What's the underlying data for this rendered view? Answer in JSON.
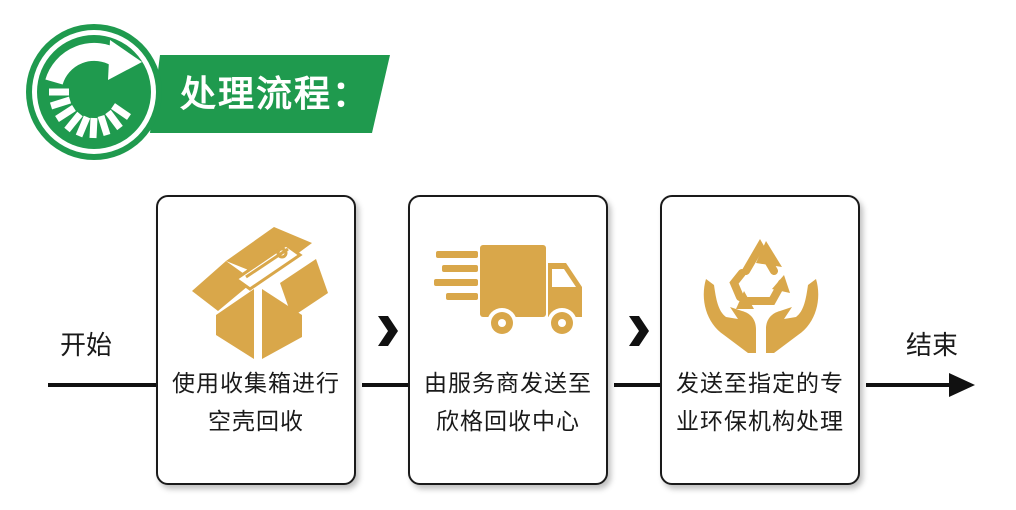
{
  "header": {
    "title": "处理流程："
  },
  "flow": {
    "start_label": "开始",
    "end_label": "结束",
    "steps": [
      {
        "text": "使用收集箱进行空壳回收",
        "icon": "open-box-icon"
      },
      {
        "text": "由服务商发送至欣格回收中心",
        "icon": "delivery-truck-icon"
      },
      {
        "text": "发送至指定的专业环保机构处理",
        "icon": "recycle-hands-icon"
      }
    ]
  },
  "colors": {
    "brand_green": "#1f9a4e",
    "icon_gold": "#d9a74a",
    "line": "#111111"
  }
}
